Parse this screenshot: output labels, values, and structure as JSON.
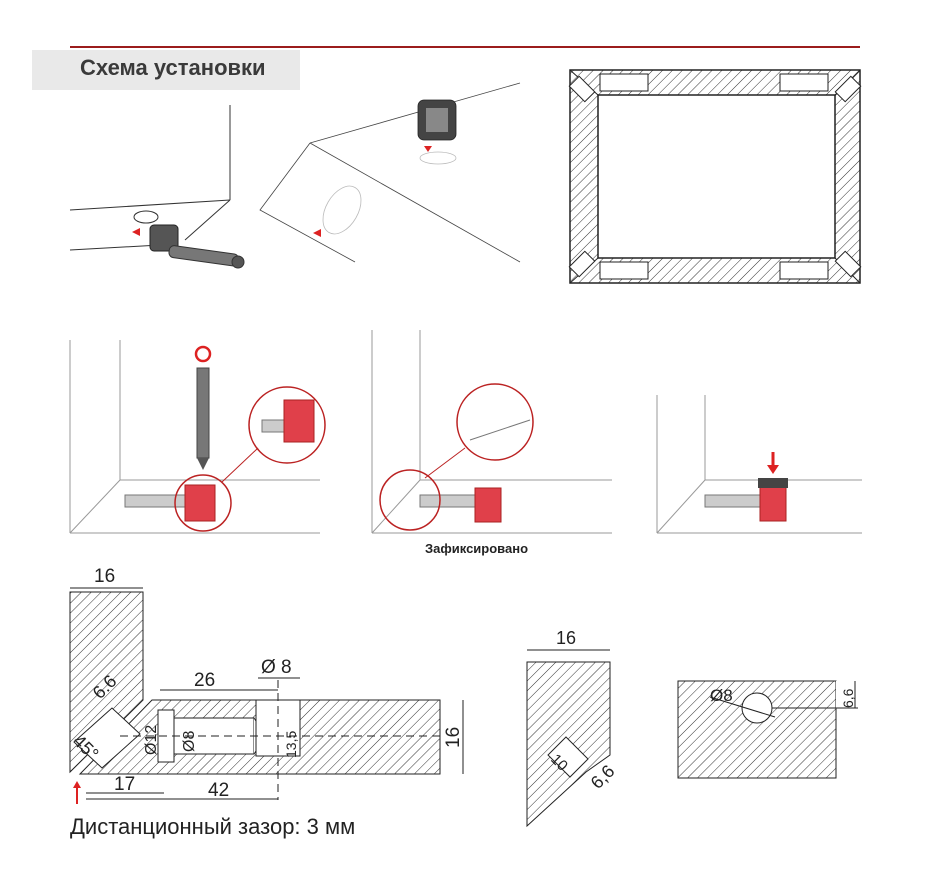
{
  "header": {
    "title": "Схема установки"
  },
  "steps": {
    "fixed_label": "Зафиксировано"
  },
  "drawing_main": {
    "dim_width_top": "16",
    "dim_26": "26",
    "dim_d8_top": "Ø 8",
    "dim_66": "6.6",
    "dim_45": "45°",
    "dim_d12": "Ø12",
    "dim_d8": "Ø8",
    "dim_135": "13,5",
    "dim_16_right": "16",
    "dim_17": "17",
    "dim_42": "42",
    "gap_caption": "Дистанционный зазор: 3 мм"
  },
  "drawing_small": {
    "dim_16": "16",
    "dim_10": "10",
    "dim_66": "6,6"
  },
  "drawing_hole": {
    "dim_d8": "Ø8",
    "dim_66": "6,6"
  },
  "colors": {
    "accent": "#9b1c1c",
    "connector": "#e0404a"
  }
}
